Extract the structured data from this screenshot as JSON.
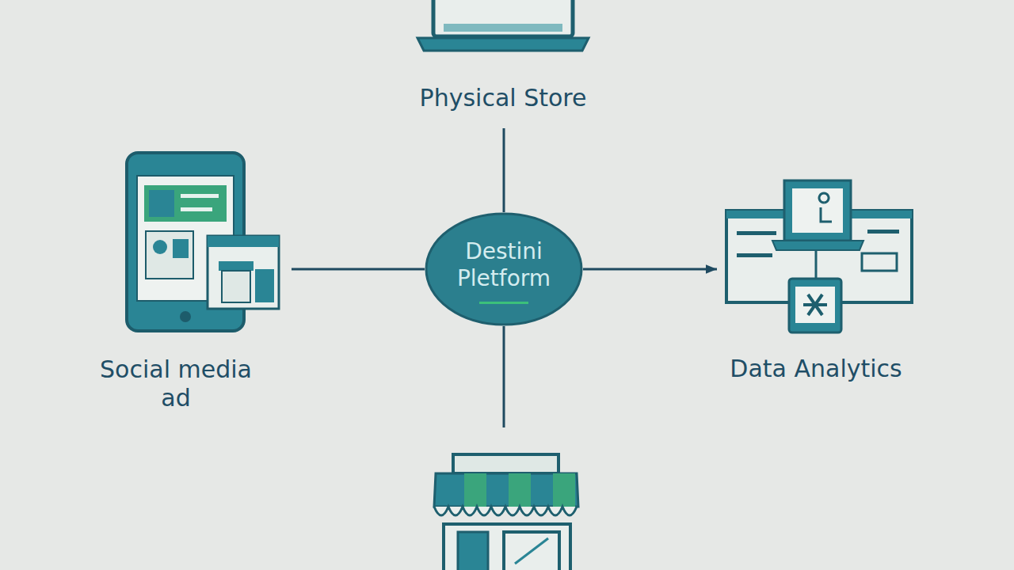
{
  "diagram": {
    "nodes": [
      {
        "text": [
          "Physical Store"
        ]
      },
      {
        "text": [
          "Social media ad"
        ]
      },
      {
        "text": [
          "Destini Pletform"
        ]
      },
      {
        "text": [
          "Data Analytics"
        ]
      }
    ],
    "edges": [
      {
        "from": 2,
        "to": 0,
        "arrow": "none"
      },
      {
        "from": 2,
        "to": 1,
        "arrow": "none"
      },
      {
        "from": 2,
        "to": 3,
        "arrow": "to"
      }
    ]
  }
}
